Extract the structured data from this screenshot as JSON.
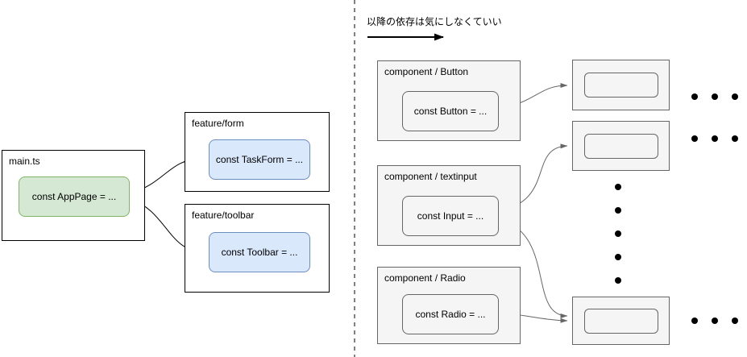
{
  "left_panel": {
    "main_module": {
      "title": "main.ts",
      "node_label": "const AppPage = ..."
    },
    "form_module": {
      "title": "feature/form",
      "node_label": "const TaskForm = ..."
    },
    "toolbar_module": {
      "title": "feature/toolbar",
      "node_label": "const Toolbar = ..."
    }
  },
  "right_panel": {
    "annotation": "以降の依存は気にしなくていい",
    "button_module": {
      "title": "component / Button",
      "node_label": "const Button = ..."
    },
    "textinput_module": {
      "title": "component / textinput",
      "node_label": "const Input = ..."
    },
    "radio_module": {
      "title": "component / Radio",
      "node_label": "const Radio = ..."
    }
  },
  "colors": {
    "green_fill": "#d5e8d4",
    "green_border": "#82b366",
    "blue_fill": "#dae8fc",
    "blue_border": "#6c8ebf",
    "gray_fill": "#f5f5f5",
    "gray_border": "#666666",
    "arrow_left": "#000000",
    "arrow_right": "#666666"
  }
}
